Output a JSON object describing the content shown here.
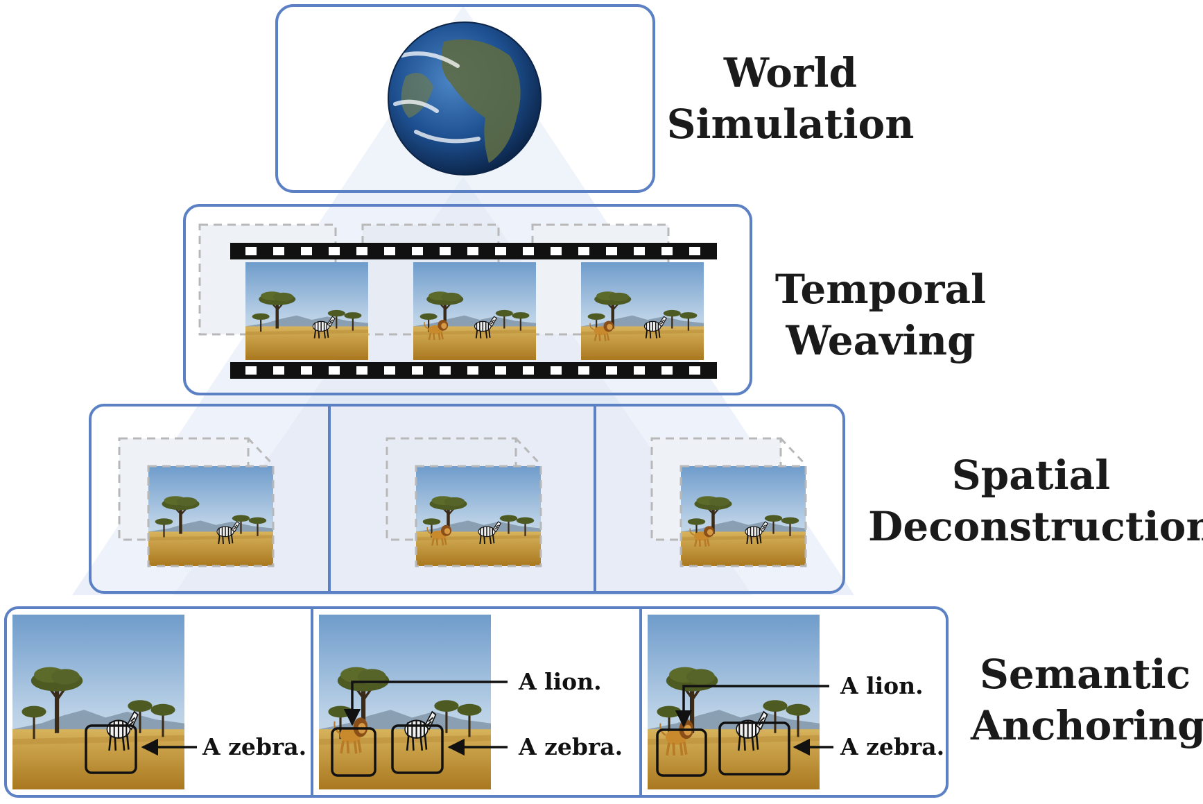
{
  "layers": {
    "world": {
      "line1": "World",
      "line2": "Simulation"
    },
    "temporal": {
      "line1": "Temporal",
      "line2": "Weaving"
    },
    "spatial": {
      "line1": "Spatial",
      "line2": "Deconstruction"
    },
    "semantic": {
      "line1": "Semantic",
      "line2": "Anchoring"
    }
  },
  "captions": {
    "panel1": {
      "zebra": "A zebra."
    },
    "panel2": {
      "lion": "A lion.",
      "zebra": "A zebra."
    },
    "panel3": {
      "lion": "A lion.",
      "zebra": "A zebra."
    }
  },
  "colors": {
    "frame_border": "#5b80c4",
    "pyramid_fill": "#e3eaf7",
    "sky_top": "#6f9ccb",
    "sky_bottom": "#d3e2ee",
    "grass": "#c79a3c",
    "filmstrip": "#111111",
    "ghost_dash": "#b8b8b8"
  },
  "icons": [
    "globe-icon",
    "filmstrip-icon",
    "acacia-tree-icon",
    "zebra-icon",
    "lion-icon"
  ]
}
